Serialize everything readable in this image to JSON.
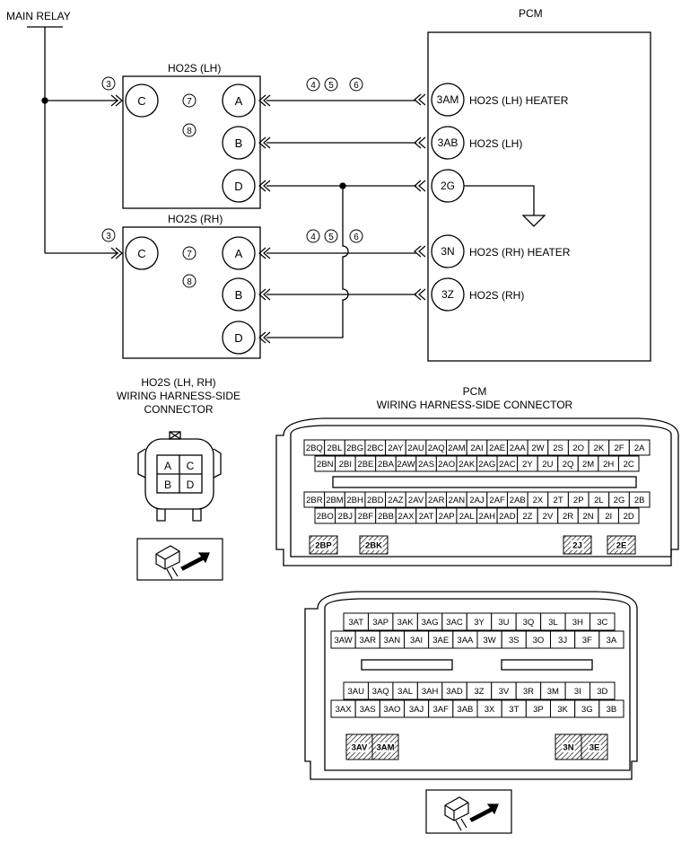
{
  "labels": {
    "main_relay": "MAIN RELAY",
    "pcm": "PCM",
    "ho2s_lh": "HO2S (LH)",
    "ho2s_rh": "HO2S (RH)",
    "sensor_conn_line1": "HO2S (LH, RH)",
    "sensor_conn_line2": "WIRING HARNESS-SIDE",
    "sensor_conn_line3": "CONNECTOR",
    "pcm_conn_line1": "PCM",
    "pcm_conn_line2": "WIRING HARNESS-SIDE CONNECTOR"
  },
  "steps": {
    "s3": "3",
    "s4": "4",
    "s5": "5",
    "s6": "6",
    "s7": "7",
    "s8": "8"
  },
  "sensor_pins": {
    "a": "A",
    "b": "B",
    "c": "C",
    "d": "D"
  },
  "pcm_pins": [
    {
      "id": "3AM",
      "desc": "HO2S (LH) HEATER"
    },
    {
      "id": "3AB",
      "desc": "HO2S (LH)"
    },
    {
      "id": "2G",
      "desc": ""
    },
    {
      "id": "3N",
      "desc": "HO2S (RH) HEATER"
    },
    {
      "id": "3Z",
      "desc": "HO2S (RH)"
    }
  ],
  "sensor_connector_cells": [
    [
      "A",
      "C"
    ],
    [
      "B",
      "D"
    ]
  ],
  "pcm_connector_2": {
    "rows": [
      [
        "2BQ",
        "2BL",
        "2BG",
        "2BC",
        "2AY",
        "2AU",
        "2AQ",
        "2AM",
        "2AI",
        "2AE",
        "2AA",
        "2W",
        "2S",
        "2O",
        "2K",
        "2F",
        "2A"
      ],
      [
        "2BN",
        "2BI",
        "2BE",
        "2BA",
        "2AW",
        "2AS",
        "2AO",
        "2AK",
        "2AG",
        "2AC",
        "2Y",
        "2U",
        "2Q",
        "2M",
        "2H",
        "2C"
      ],
      [
        "2BR",
        "2BM",
        "2BH",
        "2BD",
        "2AZ",
        "2AV",
        "2AR",
        "2AN",
        "2AJ",
        "2AF",
        "2AB",
        "2X",
        "2T",
        "2P",
        "2L",
        "2G",
        "2B"
      ],
      [
        "2BO",
        "2BJ",
        "2BF",
        "2BB",
        "2AX",
        "2AT",
        "2AP",
        "2AL",
        "2AH",
        "2AD",
        "2Z",
        "2V",
        "2R",
        "2N",
        "2I",
        "2D"
      ]
    ],
    "hatched": [
      "2BP",
      "2BK",
      "2J",
      "2E"
    ]
  },
  "pcm_connector_3": {
    "rows": [
      [
        "3AT",
        "3AP",
        "3AK",
        "3AG",
        "3AC",
        "3Y",
        "3U",
        "3Q",
        "3L",
        "3H",
        "3C"
      ],
      [
        "3AW",
        "3AR",
        "3AN",
        "3AI",
        "3AE",
        "3AA",
        "3W",
        "3S",
        "3O",
        "3J",
        "3F",
        "3A"
      ],
      [
        "3AU",
        "3AQ",
        "3AL",
        "3AH",
        "3AD",
        "3Z",
        "3V",
        "3R",
        "3M",
        "3I",
        "3D"
      ],
      [
        "3AX",
        "3AS",
        "3AO",
        "3AJ",
        "3AF",
        "3AB",
        "3X",
        "3T",
        "3P",
        "3K",
        "3G",
        "3B"
      ]
    ],
    "hatched_left": [
      "3AV",
      "3AM"
    ],
    "hatched_right": [
      "3N",
      "3E"
    ]
  }
}
